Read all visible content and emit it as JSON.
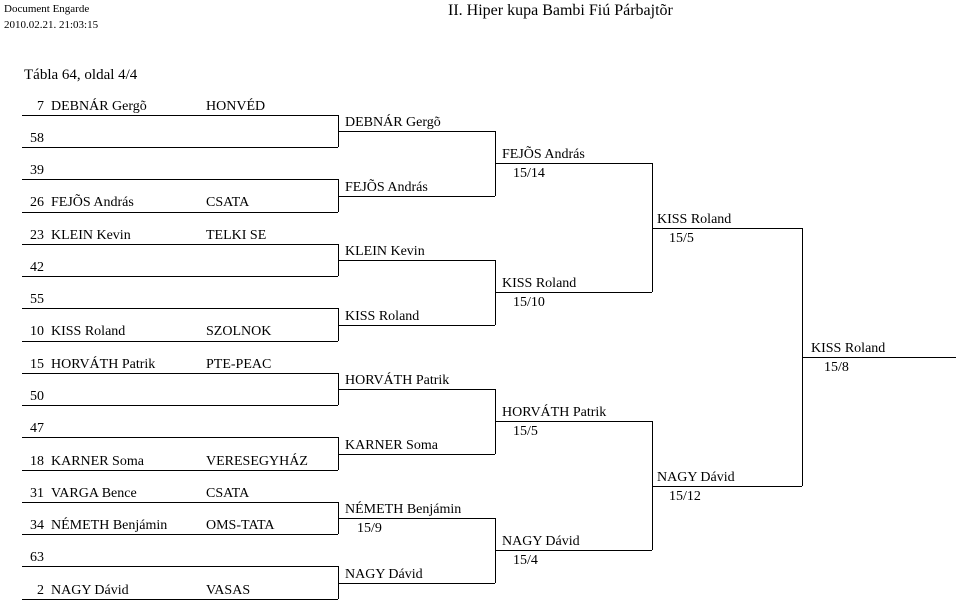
{
  "header": {
    "doc_name": "Document Engarde",
    "timestamp": "2010.02.21. 21:03:15",
    "title": "II. Hiper kupa Bambi Fiú Párbajtõr"
  },
  "subtitle": "Tábla 64,   oldal 4/4",
  "round1": [
    {
      "seed": "7",
      "name": "DEBNÁR Gergõ",
      "club": "HONVÉD"
    },
    {
      "seed": "58",
      "name": "",
      "club": ""
    },
    {
      "seed": "39",
      "name": "",
      "club": ""
    },
    {
      "seed": "26",
      "name": "FEJÕS András",
      "club": "CSATA"
    },
    {
      "seed": "23",
      "name": "KLEIN Kevin",
      "club": "TELKI SE"
    },
    {
      "seed": "42",
      "name": "",
      "club": ""
    },
    {
      "seed": "55",
      "name": "",
      "club": ""
    },
    {
      "seed": "10",
      "name": "KISS Roland",
      "club": "SZOLNOK"
    },
    {
      "seed": "15",
      "name": "HORVÁTH Patrik",
      "club": "PTE-PEAC"
    },
    {
      "seed": "50",
      "name": "",
      "club": ""
    },
    {
      "seed": "47",
      "name": "",
      "club": ""
    },
    {
      "seed": "18",
      "name": "KARNER Soma",
      "club": "VERESEGYHÁZ"
    },
    {
      "seed": "31",
      "name": "VARGA Bence",
      "club": "CSATA"
    },
    {
      "seed": "34",
      "name": "NÉMETH Benjámin",
      "club": "OMS-TATA"
    },
    {
      "seed": "63",
      "name": "",
      "club": ""
    },
    {
      "seed": "2",
      "name": "NAGY Dávid",
      "club": "VASAS"
    }
  ],
  "round2": [
    {
      "name": "DEBNÁR Gergõ",
      "score": ""
    },
    {
      "name": "FEJÕS András",
      "score": ""
    },
    {
      "name": "KLEIN Kevin",
      "score": ""
    },
    {
      "name": "KISS Roland",
      "score": ""
    },
    {
      "name": "HORVÁTH Patrik",
      "score": ""
    },
    {
      "name": "KARNER Soma",
      "score": ""
    },
    {
      "name": "NÉMETH Benjámin",
      "score": "15/9"
    },
    {
      "name": "NAGY Dávid",
      "score": ""
    }
  ],
  "round3": [
    {
      "name": "FEJÕS András",
      "score": "15/14"
    },
    {
      "name": "KISS Roland",
      "score": "15/10"
    },
    {
      "name": "HORVÁTH Patrik",
      "score": "15/5"
    },
    {
      "name": "NAGY Dávid",
      "score": "15/4"
    }
  ],
  "round4": [
    {
      "name": "KISS Roland",
      "score": "15/5"
    },
    {
      "name": "NAGY Dávid",
      "score": "15/12"
    }
  ],
  "final": {
    "name": "KISS Roland",
    "score": "15/8"
  }
}
